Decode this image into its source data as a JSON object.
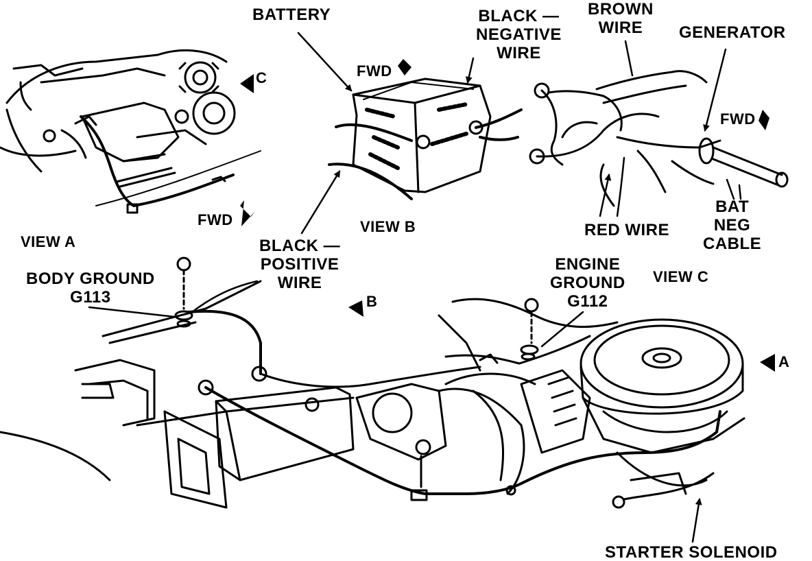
{
  "labels": {
    "battery": "BATTERY",
    "black_negative_wire": [
      "BLACK —",
      "NEGATIVE",
      "WIRE"
    ],
    "brown_wire": [
      "BROWN",
      "WIRE"
    ],
    "generator": "GENERATOR",
    "fwd": "FWD",
    "arrow_c": "C",
    "arrow_b": "B",
    "arrow_a": "A",
    "view_a": "VIEW A",
    "view_b": "VIEW B",
    "view_c": "VIEW C",
    "red_wire": "RED WIRE",
    "bat_neg_cable": [
      "BAT",
      "NEG",
      "CABLE"
    ],
    "black_positive_wire": [
      "BLACK —",
      "POSITIVE",
      "WIRE"
    ],
    "body_ground": [
      "BODY GROUND",
      "G113"
    ],
    "engine_ground": [
      "ENGINE",
      "GROUND",
      "G112"
    ],
    "starter_solenoid": "STARTER SOLENOID"
  },
  "colors": {
    "ink": "#000000",
    "paper": "#ffffff"
  }
}
